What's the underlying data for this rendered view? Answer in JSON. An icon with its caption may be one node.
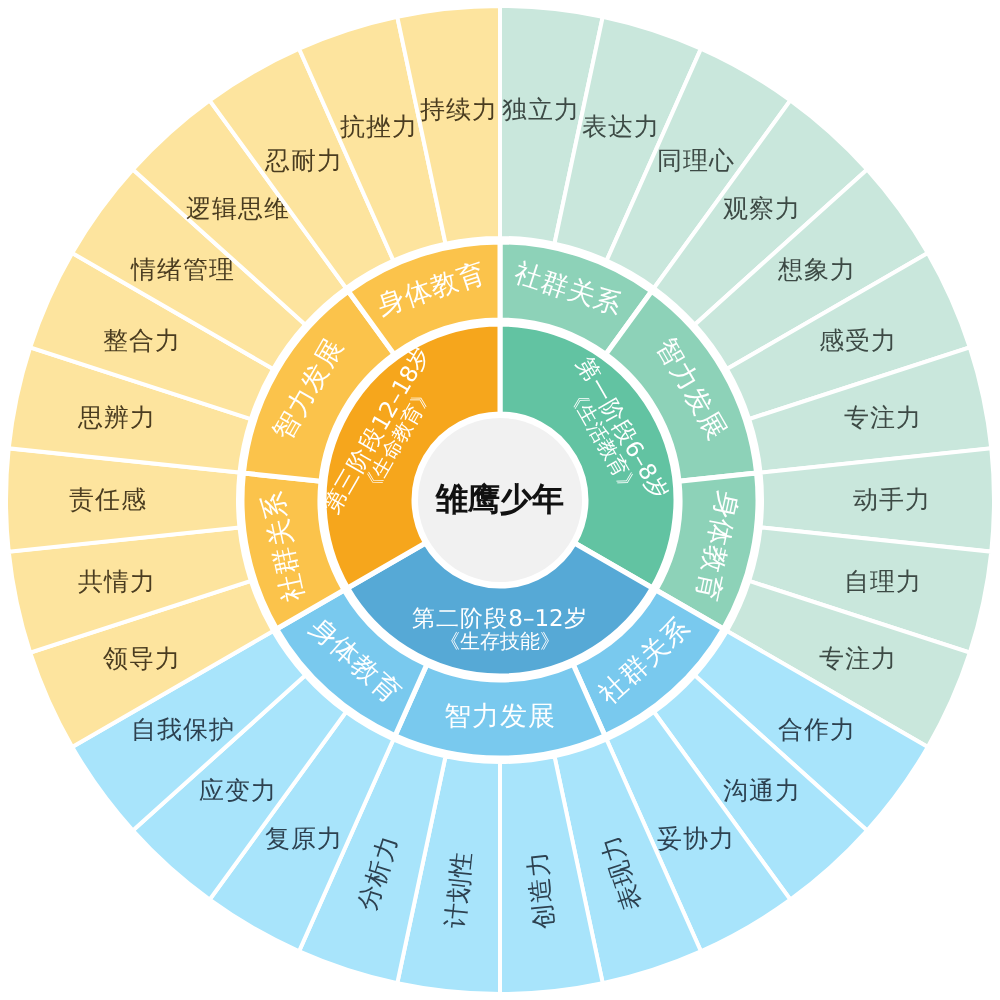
{
  "diagram": {
    "nodes": [
      {
        "text": [
          "雏鹰少年"
        ]
      },
      {
        "text": [
          "第一阶段6–8岁",
          "《生活教育》"
        ]
      },
      {
        "text": [
          "社群关系"
        ]
      },
      {
        "text": [
          "智力发展"
        ]
      },
      {
        "text": [
          "身体教育"
        ]
      },
      {
        "text": [
          "独立力"
        ]
      },
      {
        "text": [
          "表达力"
        ]
      },
      {
        "text": [
          "同理心"
        ]
      },
      {
        "text": [
          "观察力"
        ]
      },
      {
        "text": [
          "想象力"
        ]
      },
      {
        "text": [
          "感受力"
        ]
      },
      {
        "text": [
          "专注力"
        ]
      },
      {
        "text": [
          "动手力"
        ]
      },
      {
        "text": [
          "自理力"
        ]
      },
      {
        "text": [
          "专注力"
        ]
      },
      {
        "text": [
          "第二阶段8–12岁",
          "《生存技能》"
        ]
      },
      {
        "text": [
          "社群关系"
        ]
      },
      {
        "text": [
          "智力发展"
        ]
      },
      {
        "text": [
          "身体教育"
        ]
      },
      {
        "text": [
          "合作力"
        ]
      },
      {
        "text": [
          "沟通力"
        ]
      },
      {
        "text": [
          "妥协力"
        ]
      },
      {
        "text": [
          "表现力"
        ]
      },
      {
        "text": [
          "创造力"
        ]
      },
      {
        "text": [
          "计划性"
        ]
      },
      {
        "text": [
          "分析力"
        ]
      },
      {
        "text": [
          "复原力"
        ]
      },
      {
        "text": [
          "应变力"
        ]
      },
      {
        "text": [
          "自我保护"
        ]
      },
      {
        "text": [
          "第三阶段12–18岁",
          "《生命教育》"
        ]
      },
      {
        "text": [
          "社群关系"
        ]
      },
      {
        "text": [
          "智力发展"
        ]
      },
      {
        "text": [
          "身体教育"
        ]
      },
      {
        "text": [
          "领导力"
        ]
      },
      {
        "text": [
          "共情力"
        ]
      },
      {
        "text": [
          "责任感"
        ]
      },
      {
        "text": [
          "思辨力"
        ]
      },
      {
        "text": [
          "整合力"
        ]
      },
      {
        "text": [
          "情绪管理"
        ]
      },
      {
        "text": [
          "逻辑思维"
        ]
      },
      {
        "text": [
          "忍耐力"
        ]
      },
      {
        "text": [
          "抗挫力"
        ]
      },
      {
        "text": [
          "持续力"
        ]
      }
    ]
  }
}
